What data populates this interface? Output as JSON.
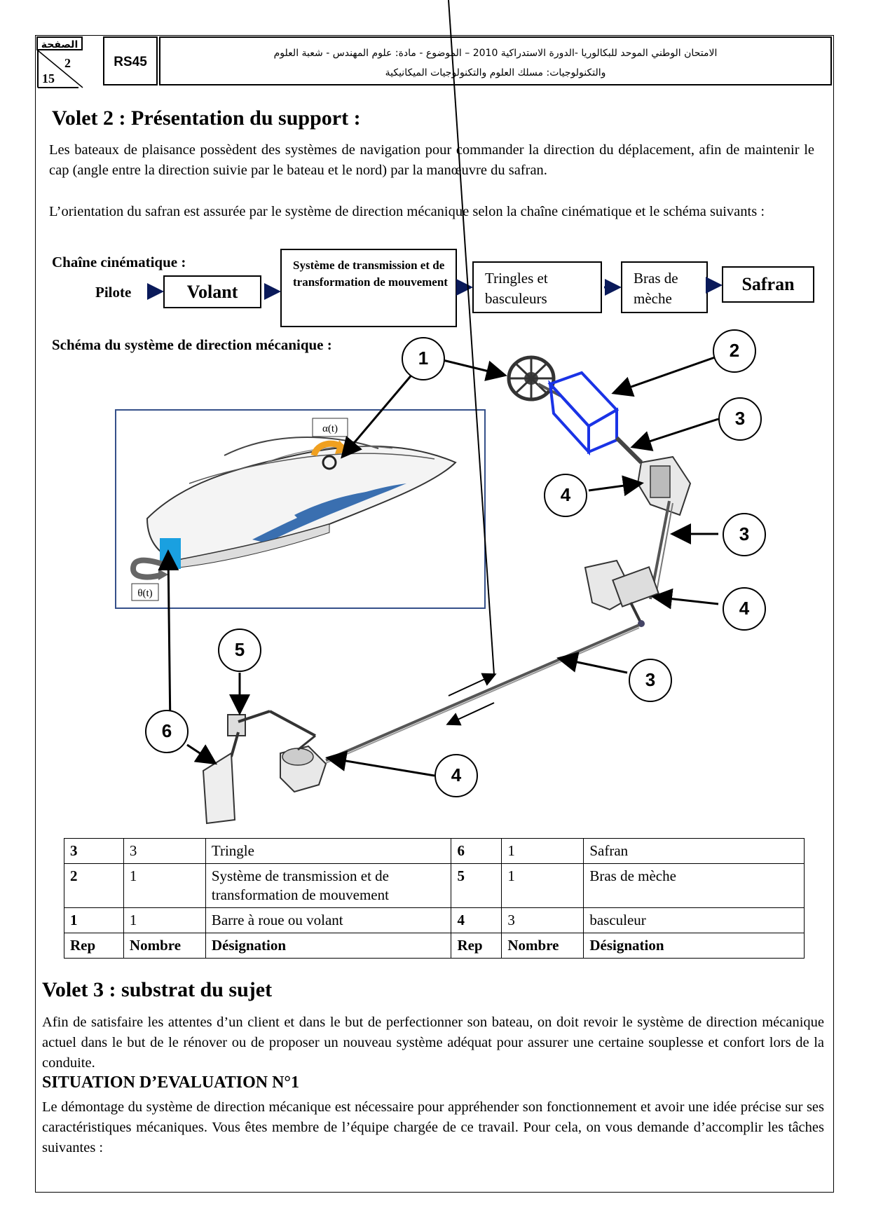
{
  "header": {
    "page_label": "الصفحة",
    "page_num": "2",
    "page_total": "15",
    "code": "RS45",
    "title_line1": "الامتحان الوطني الموحد للبكالوريا -الدورة الاستدراكية 2010 – الموضوع - مادة: علوم المهندس - شعبة العلوم",
    "title_line2": "والتكنولوجيات: مسلك العلوم والتكنولوجيات الميكانيكية"
  },
  "volet2": {
    "title": "Volet 2 : Présentation du support :",
    "para1": "Les bateaux de plaisance possèdent des systèmes de navigation pour commander la direction du déplacement, afin de maintenir le cap (angle entre la direction suivie par le bateau et le nord) par la manœuvre du safran.",
    "para2": "L’orientation du safran est assurée par le système de direction mécanique selon la chaîne cinématique et le schéma suivants :"
  },
  "chain": {
    "label": "Chaîne cinématique :",
    "pilote": "Pilote",
    "volant": "Volant",
    "transmission": "Système de transmission et de transformation de mouvement",
    "tringles": "Tringles et basculeurs",
    "bras": "Bras de mèche",
    "safran": "Safran"
  },
  "schema": {
    "label": "Schéma du système  de direction mécanique :",
    "alpha": "α(t)",
    "theta": "θ(t)",
    "callouts": [
      "1",
      "2",
      "3",
      "4",
      "3",
      "4",
      "5",
      "3",
      "6",
      "4"
    ]
  },
  "table": {
    "rows": [
      [
        "3",
        "3",
        "Tringle",
        "6",
        "1",
        "Safran"
      ],
      [
        "2",
        "1",
        "Système de transmission et de transformation de mouvement",
        "5",
        "1",
        "Bras de mèche"
      ],
      [
        "1",
        "1",
        "Barre à roue ou volant",
        "4",
        "3",
        "basculeur"
      ]
    ],
    "header": [
      "Rep",
      "Nombre",
      "Désignation",
      "Rep",
      "Nombre",
      "Désignation"
    ]
  },
  "volet3": {
    "title": "Volet 3 : substrat du sujet",
    "para": "Afin de satisfaire  les attentes  d’un client et dans le but de perfectionner son bateau,  on doit revoir le système de direction mécanique actuel dans le but de le rénover ou de proposer un nouveau système adéquat pour assurer une certaine souplesse et confort lors de la conduite."
  },
  "situation": {
    "title": "SITUATION D’EVALUATION N°1",
    "para": "Le démontage du système de direction mécanique est nécessaire pour appréhender son fonctionnement et avoir une idée précise sur ses caractéristiques mécaniques. Vous êtes membre de l’équipe chargée de ce travail. Pour cela, on vous demande d’accomplir les tâches suivantes :"
  },
  "colors": {
    "transmission_box": "#1a33e6",
    "safran": "#1aa0e0",
    "boat_stripe": "#3a6fb0",
    "alpha_arrow": "#f0a020"
  }
}
